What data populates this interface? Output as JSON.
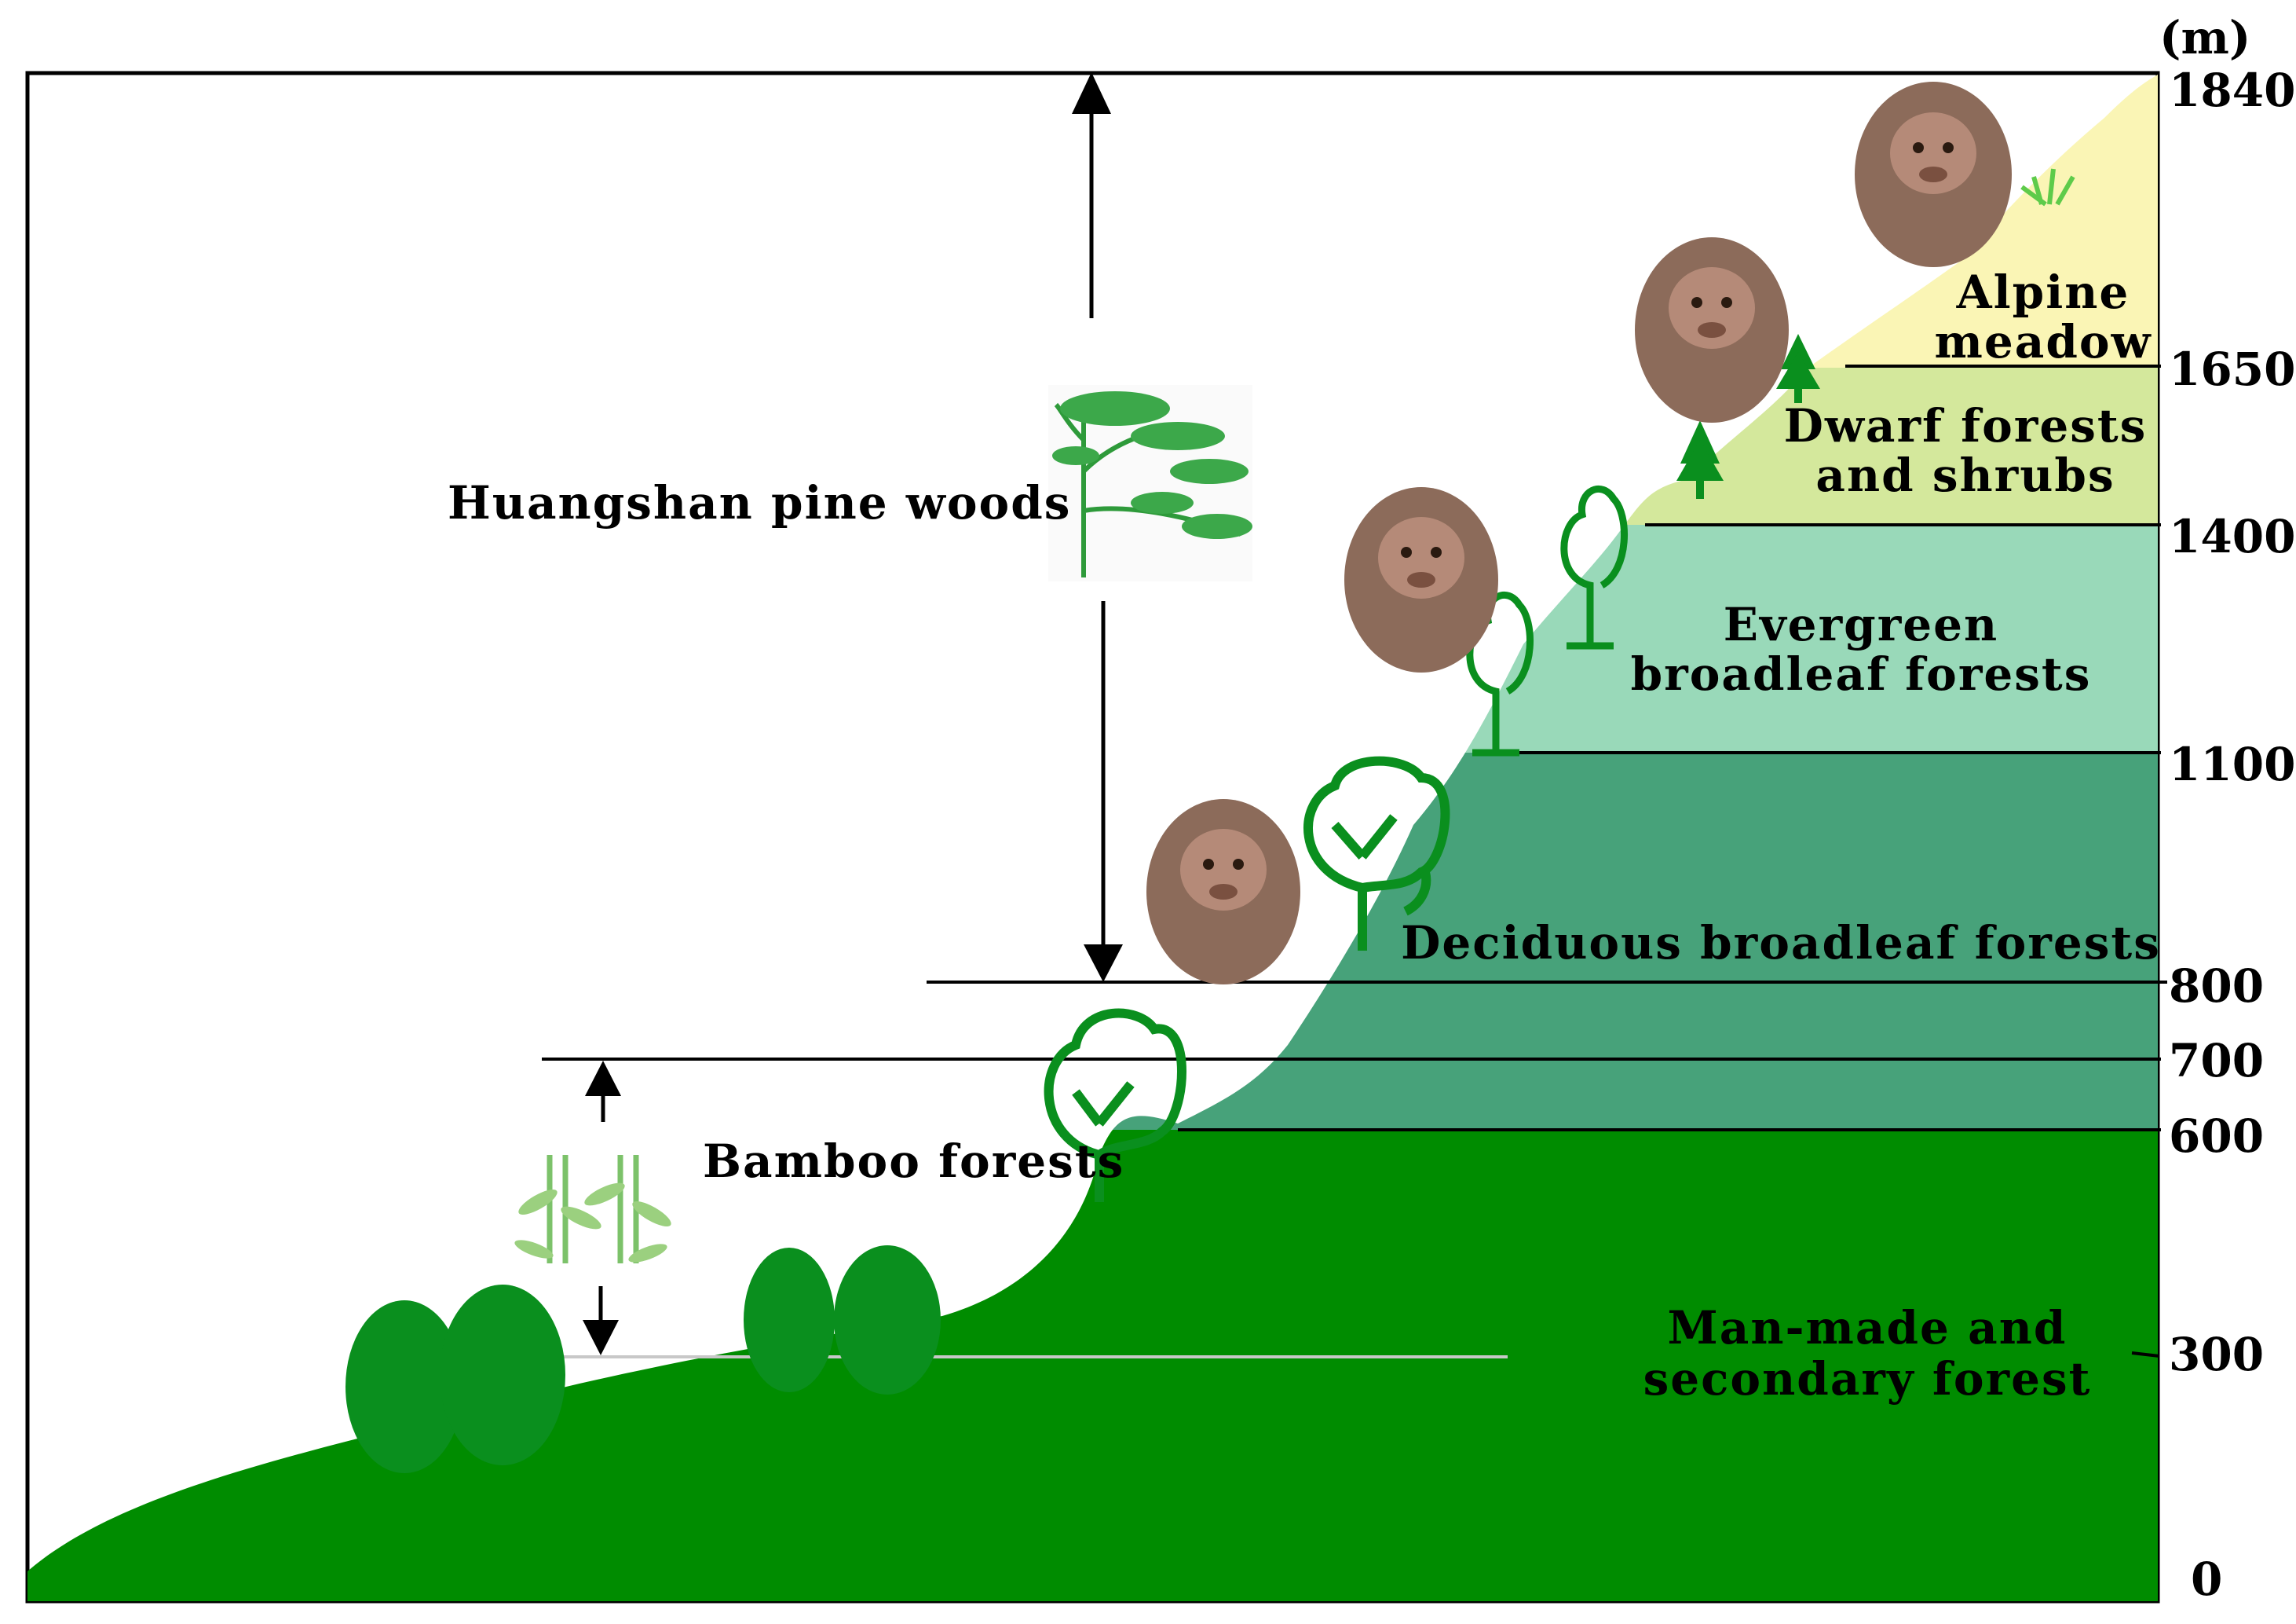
{
  "axis": {
    "unit": "(m)",
    "ticks": [
      "1840",
      "1650",
      "1400",
      "1100",
      "800",
      "700",
      "600",
      "300",
      "0"
    ]
  },
  "labels": {
    "pine": "Huangshan pine woods",
    "bamboo": "Bamboo forests",
    "alpine": [
      "Alpine",
      "meadow"
    ],
    "dwarf": [
      "Dwarf forests",
      "and shrubs"
    ],
    "evergreen": [
      "Evergreen",
      "broadleaf forests"
    ],
    "deciduous": "Deciduous broadleaf forests",
    "manmade": [
      "Man-made and",
      "secondary forest"
    ]
  },
  "colors": {
    "manmade": "#008C00",
    "deciduous": "#47A27A",
    "evergreen": "#99D9B9",
    "dwarf": "#D4E89C",
    "alpine": "#FAF5B5",
    "tree": "#0A8F1E",
    "monkey": "#8C6B5A"
  },
  "icons": [
    "monkey-photo-icon",
    "deciduous-tree-icon",
    "pine-tree-icon",
    "bamboo-icon",
    "grass-icon"
  ]
}
